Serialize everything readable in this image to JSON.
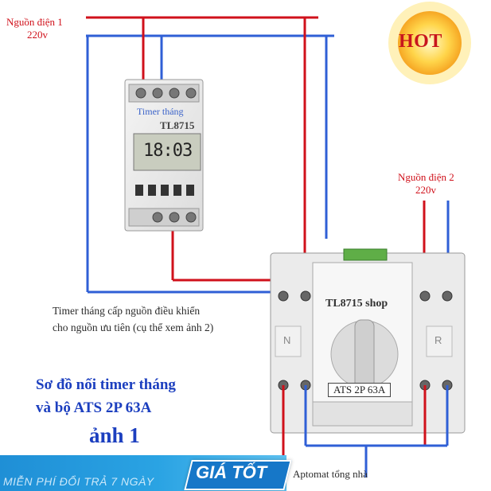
{
  "source1": {
    "line1": "Nguồn điện 1",
    "line2": "220v"
  },
  "source2": {
    "line1": "Nguồn điện 2",
    "line2": "220v"
  },
  "timer": {
    "label": "Timer tháng",
    "brand": "TL8715",
    "display": "18:03"
  },
  "ats": {
    "shop": "TL8715 shop",
    "badge": "ATS 2P 63A",
    "left_key": "N",
    "right_key": "R"
  },
  "caption": {
    "line1": "Timer tháng cấp nguồn điều khiển",
    "line2": "cho nguồn ưu tiên (cụ thể xem ảnh 2)"
  },
  "title": {
    "line1": "Sơ đồ nối timer tháng",
    "line2": "và bộ ATS 2P 63A",
    "line3": "ảnh 1"
  },
  "load_label": "Aptomat tổng nhà",
  "hot_badge": "HOT",
  "promo": {
    "text": "MIỄN PHÍ ĐỔI TRẢ 7 NGÀY",
    "deal": "GIÁ TỐT"
  },
  "colors": {
    "live": "#d0111b",
    "neutral": "#2f5fd6",
    "title": "#1c3fbf",
    "promo": "#1f8fd6"
  }
}
